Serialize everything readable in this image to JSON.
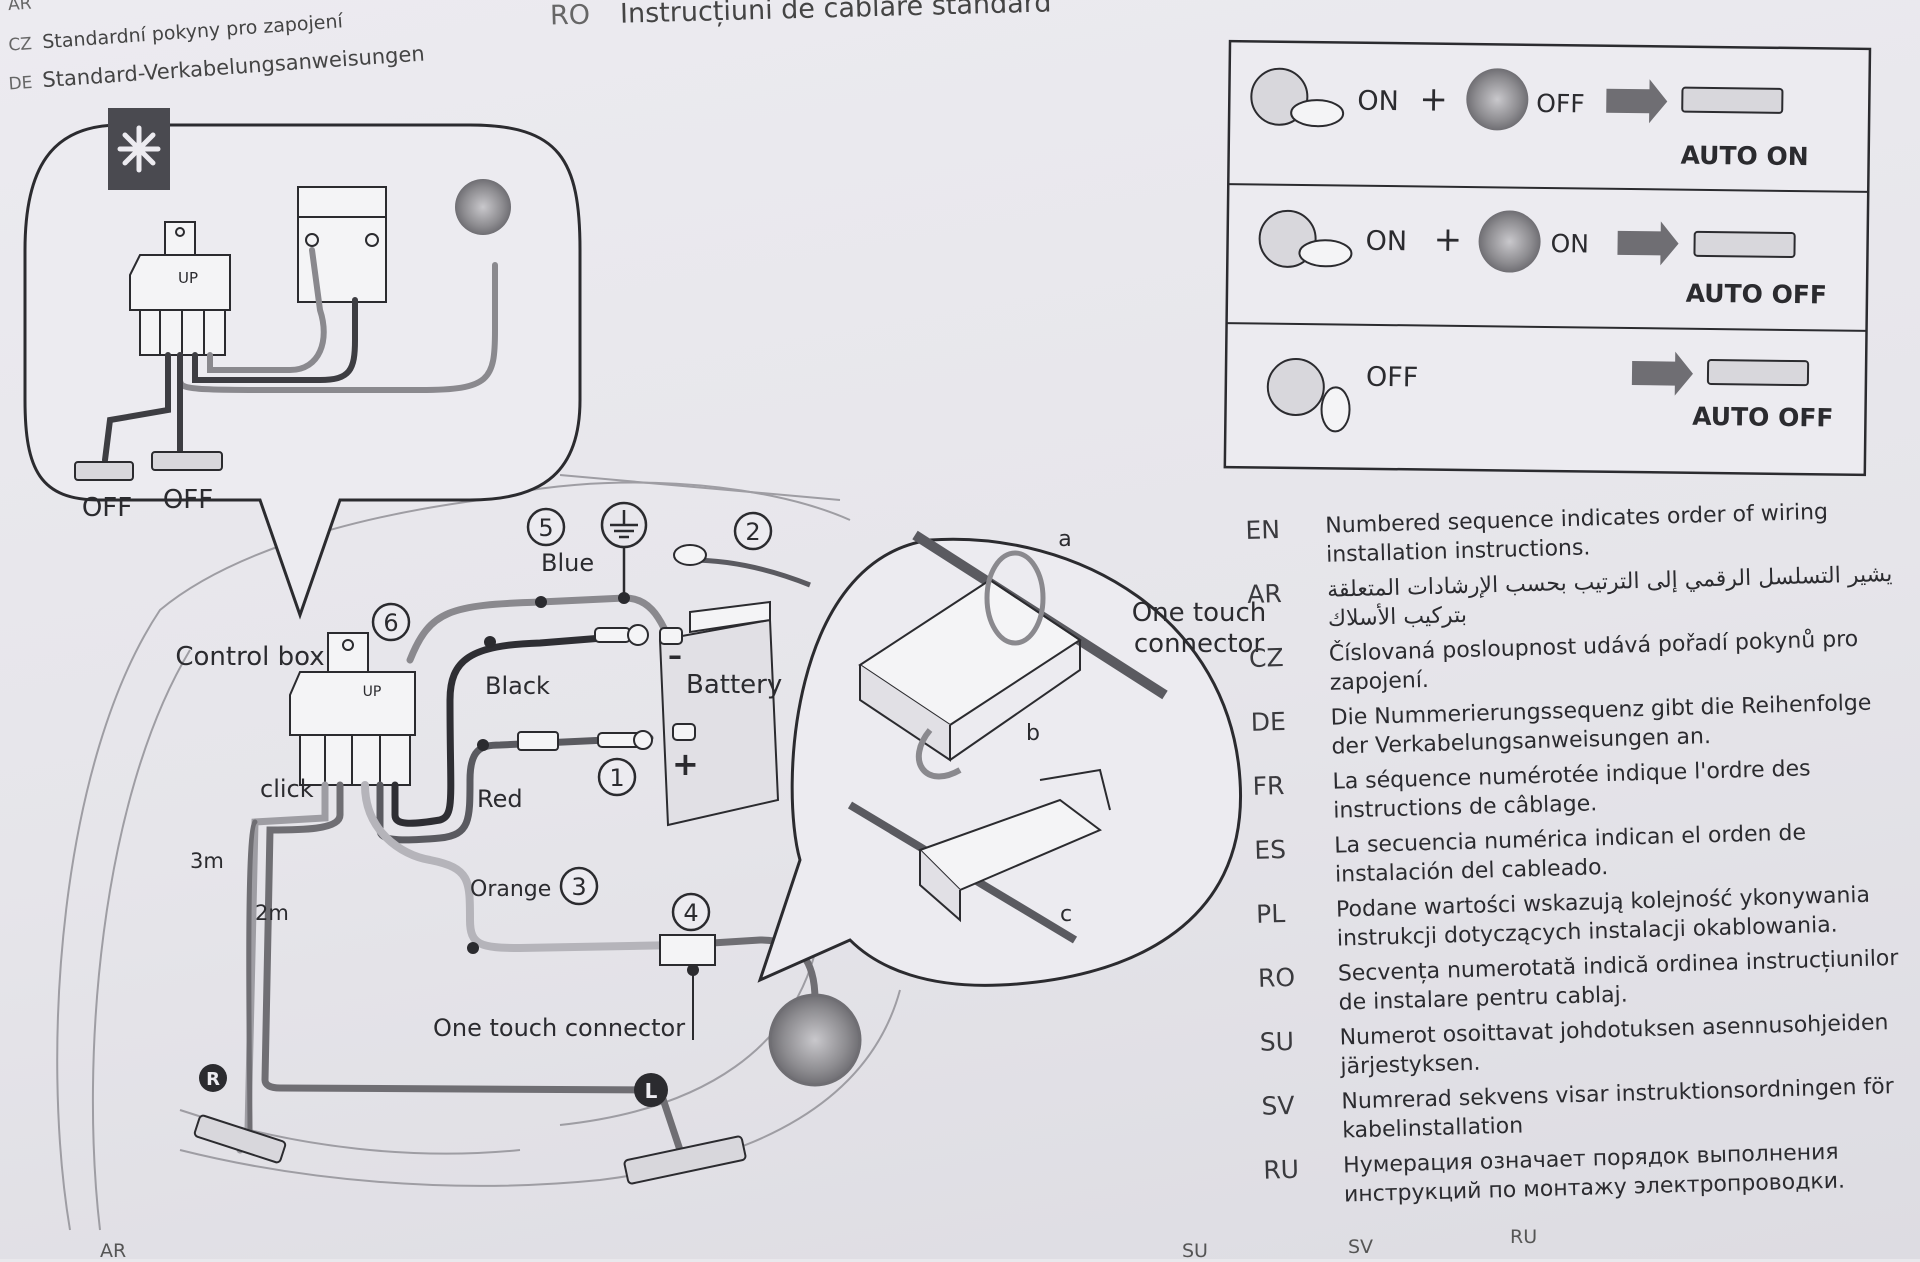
{
  "header": {
    "ar_code": "AR",
    "cz_code": "CZ",
    "cz_text": "Standardní pokyny pro zapojení",
    "de_code": "DE",
    "de_text": "Standard-Verkabelungsanweisungen",
    "ro_code": "RO",
    "ro_text": "Instrucțiuni de cablare standard"
  },
  "modes_table": {
    "rows": [
      {
        "ignition": "ON",
        "plus": "+",
        "light": "OFF",
        "result": "AUTO ON"
      },
      {
        "ignition": "ON",
        "plus": "+",
        "light": "ON",
        "result": "AUTO OFF"
      },
      {
        "ignition": "OFF",
        "plus": "",
        "light": "",
        "result": "AUTO OFF"
      }
    ]
  },
  "inset": {
    "up_label": "UP",
    "off_left": "OFF",
    "off_right": "OFF"
  },
  "wiring": {
    "control_box": "Control box",
    "up_label": "UP",
    "click": "click",
    "blue": "Blue",
    "black": "Black",
    "red": "Red",
    "orange": "Orange",
    "battery": "Battery",
    "minus": "–",
    "plus": "+",
    "one_touch": "One touch connector",
    "len_3m": "3m",
    "len_2m": "2m",
    "right_marker": "R",
    "left_marker": "L",
    "steps": [
      "1",
      "2",
      "3",
      "4",
      "5",
      "6"
    ]
  },
  "connector_detail": {
    "a": "a",
    "b": "b",
    "c": "c",
    "label_line1": "One touch",
    "label_line2": "connector"
  },
  "legend": [
    {
      "code": "EN",
      "text": "Numbered sequence indicates order of wiring installation instructions."
    },
    {
      "code": "AR",
      "text": "يشير التسلسل الرقمي إلى الترتيب بحسب الإرشادات المتعلقة بتركيب الأسلاك"
    },
    {
      "code": "CZ",
      "text": "Číslovaná posloupnost udává pořadí pokynů pro zapojení."
    },
    {
      "code": "DE",
      "text": "Die Nummerierungssequenz gibt die Reihenfolge der Verkabelungsanweisungen an."
    },
    {
      "code": "FR",
      "text": "La séquence numérotée indique l'ordre des instructions de câblage."
    },
    {
      "code": "ES",
      "text": "La secuencia numérica indican el orden de instalación del cableado."
    },
    {
      "code": "PL",
      "text": "Podane wartości wskazują kolejność ykonywania instrukcji dotyczących instalacji okablowania."
    },
    {
      "code": "RO",
      "text": "Secvența numerotată indică ordinea instrucțiunilor de instalare pentru cablaj."
    },
    {
      "code": "SU",
      "text": "Numerot osoittavat johdotuksen asennusohjeiden järjestyksen."
    },
    {
      "code": "SV",
      "text": "Numrerad sekvens visar instruktionsordningen för kabelinstallation"
    },
    {
      "code": "RU",
      "text": "Нумерация означает порядок выполнения инструкций по монтажу электропроводки."
    }
  ],
  "footer": {
    "ar": "AR",
    "su": "SU",
    "sv": "SV",
    "ru": "RU"
  }
}
